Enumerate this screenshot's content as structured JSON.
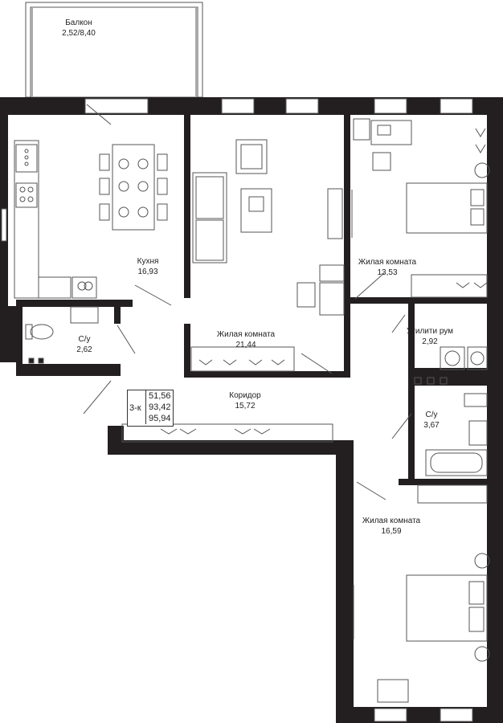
{
  "rooms": {
    "balcony": {
      "name": "Балкон",
      "area": "2,52/8,40"
    },
    "kitchen": {
      "name": "Кухня",
      "area": "16,93"
    },
    "bath_small": {
      "name": "С/у",
      "area": "2,62"
    },
    "living_main": {
      "name": "Жилая комната",
      "area": "21,44"
    },
    "bedroom_top": {
      "name": "Жилая комната",
      "area": "13,53"
    },
    "utility": {
      "name": "Утилити рум",
      "area": "2,92"
    },
    "corridor": {
      "name": "Коридор",
      "area": "15,72"
    },
    "bath_right": {
      "name": "С/у",
      "area": "3,67"
    },
    "bedroom_bottom": {
      "name": "Жилая комната",
      "area": "16,59"
    }
  },
  "summary": {
    "type": "3-к",
    "areas": [
      "51,56",
      "93,42",
      "95,94"
    ]
  },
  "colors": {
    "wall": "#231f20",
    "line": "#555555",
    "glass": "#9aa0a6"
  }
}
